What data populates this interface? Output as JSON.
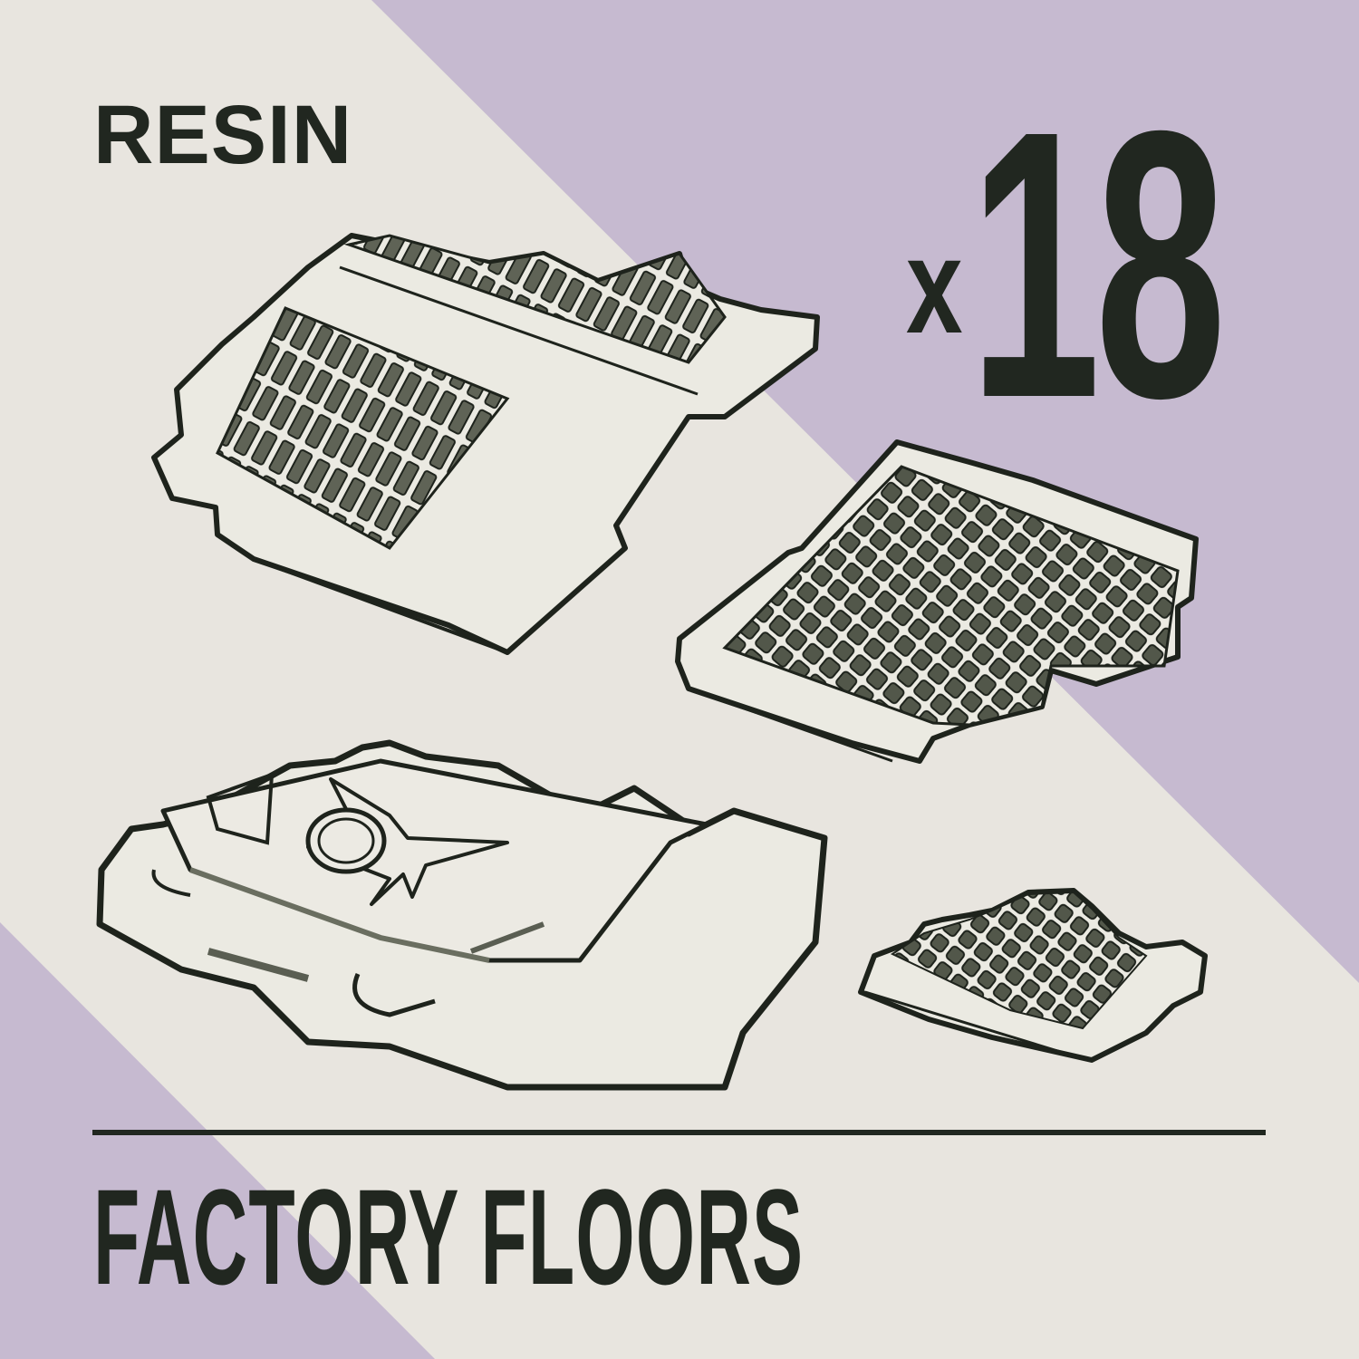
{
  "header": {
    "material_label": "RESIN",
    "quantity_prefix": "x",
    "quantity_value": "18"
  },
  "footer": {
    "title": "FACTORY FLOORS"
  },
  "colors": {
    "background": "#e8e5df",
    "accent_band": "#c6bad0",
    "text": "#212720",
    "tile_fill": "#ebeae2",
    "tile_grate": "#5f6356",
    "tile_outline": "#1e231c"
  },
  "illustrations": [
    {
      "name": "bar-grate-floor-tile",
      "pattern": "rectangular bars"
    },
    {
      "name": "diamond-mesh-floor-tile-large",
      "pattern": "diamond mesh"
    },
    {
      "name": "hatch-plate-floor-tile",
      "pattern": "raised plate with circular hatch"
    },
    {
      "name": "diamond-mesh-floor-tile-small",
      "pattern": "diamond mesh"
    }
  ]
}
